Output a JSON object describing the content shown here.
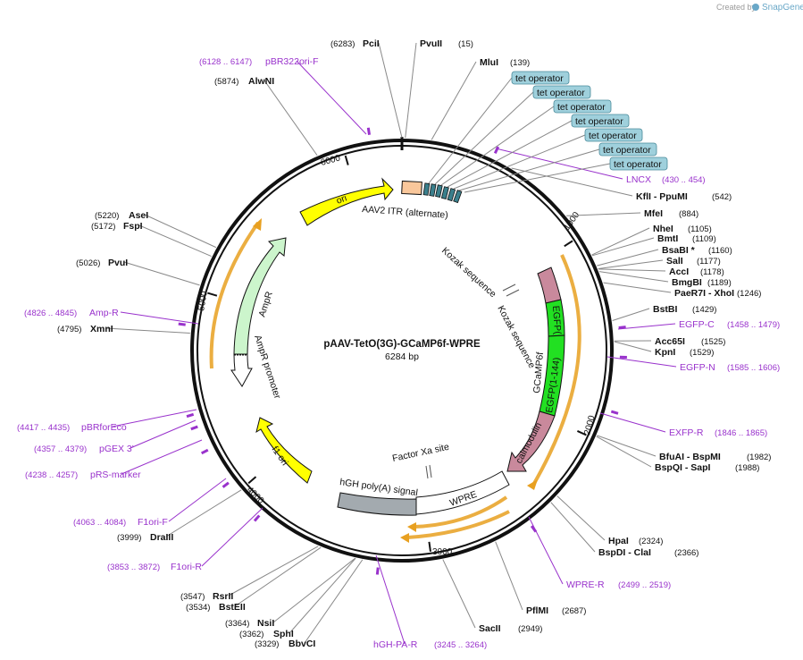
{
  "credit": {
    "prefix": "Created by",
    "brand": "SnapGene"
  },
  "plasmid": {
    "name": "pAAV-TetO(3G)-GCaMP6f-WPRE",
    "size": "6284 bp"
  },
  "ticks": [
    "1000",
    "2000",
    "3000",
    "4000",
    "5000",
    "6000"
  ],
  "sites": [
    {
      "name": "PciI",
      "pos": "(6283)"
    },
    {
      "name": "PvuII",
      "pos": "(15)"
    },
    {
      "name": "MluI",
      "pos": "(139)"
    },
    {
      "name": "KflI  - PpuMI",
      "pos": "(542)"
    },
    {
      "name": "MfeI",
      "pos": "(884)"
    },
    {
      "name": "NheI",
      "pos": "(1105)"
    },
    {
      "name": "BmtI",
      "pos": "(1109)"
    },
    {
      "name": "BsaBI",
      "pos": "(1160)",
      "star": "*"
    },
    {
      "name": "SalI",
      "pos": "(1177)"
    },
    {
      "name": "AccI",
      "pos": "(1178)"
    },
    {
      "name": "BmgBI",
      "pos": "(1189)"
    },
    {
      "name": "PaeR7I  - XhoI",
      "pos": "(1246)"
    },
    {
      "name": "BstBI",
      "pos": "(1429)"
    },
    {
      "name": "Acc65I",
      "pos": "(1525)"
    },
    {
      "name": "KpnI",
      "pos": "(1529)"
    },
    {
      "name": "BfuAI  - BspMI",
      "pos": "(1982)"
    },
    {
      "name": "BspQI  - SapI",
      "pos": "(1988)"
    },
    {
      "name": "HpaI",
      "pos": "(2324)"
    },
    {
      "name": "BspDI  - ClaI",
      "pos": "(2366)"
    },
    {
      "name": "PflMI",
      "pos": "(2687)"
    },
    {
      "name": "SacII",
      "pos": "(2949)"
    },
    {
      "name": "BbvCI",
      "pos": "(3329)"
    },
    {
      "name": "SphI",
      "pos": "(3362)"
    },
    {
      "name": "NsiI",
      "pos": "(3364)"
    },
    {
      "name": "BstEII",
      "pos": "(3534)"
    },
    {
      "name": "RsrII",
      "pos": "(3547)"
    },
    {
      "name": "DraIII",
      "pos": "(3999)"
    },
    {
      "name": "XmnI",
      "pos": "(4795)"
    },
    {
      "name": "PvuI",
      "pos": "(5026)"
    },
    {
      "name": "FspI",
      "pos": "(5172)"
    },
    {
      "name": "AseI",
      "pos": "(5220)"
    },
    {
      "name": "AlwNI",
      "pos": "(5874)"
    }
  ],
  "primers": [
    {
      "name": "pBR322ori-F",
      "range": "(6128 .. 6147)"
    },
    {
      "name": "LNCX",
      "range": "(430 .. 454)"
    },
    {
      "name": "EGFP-C",
      "range": "(1458 .. 1479)"
    },
    {
      "name": "EGFP-N",
      "range": "(1585 .. 1606)"
    },
    {
      "name": "EXFP-R",
      "range": "(1846 .. 1865)"
    },
    {
      "name": "WPRE-R",
      "range": "(2499 .. 2519)"
    },
    {
      "name": "hGH-PA-R",
      "range": "(3245 .. 3264)"
    },
    {
      "name": "F1ori-R",
      "range": "(3853 .. 3872)"
    },
    {
      "name": "F1ori-F",
      "range": "(4063 .. 4084)"
    },
    {
      "name": "pRS-marker",
      "range": "(4238 .. 4257)"
    },
    {
      "name": "pGEX 3'",
      "range": "(4357 .. 4379)"
    },
    {
      "name": "pBRforEco",
      "range": "(4417 .. 4435)"
    },
    {
      "name": "Amp-R",
      "range": "(4826 .. 4845)"
    }
  ],
  "tet_operators": [
    "tet operator",
    "tet operator",
    "tet operator",
    "tet operator",
    "tet operator",
    "tet operator",
    "tet operator"
  ],
  "features": {
    "ori": "ori",
    "aav2_itr": "AAV2 ITR (alternate)",
    "kozak_1": "Kozak sequence",
    "kozak_2": "Kozak sequence",
    "gcamp6f": "GCaMP6f",
    "egfp_c": "EGFP(...",
    "egfp_n": "EGFP(1-144)",
    "calmodulin": "calmodulin",
    "factor_xa": "Factor Xa site",
    "hgh_polya": "hGH poly(A) signal",
    "wpre": "WPRE",
    "f1_ori": "f1 ori",
    "ampr": "AmpR",
    "ampr_promoter": "AmpR promoter"
  },
  "colors": {
    "backbone": "#111111",
    "ori": "#ffff00",
    "itr": "#f9c79b",
    "tet": "#3a7f8c",
    "tet_label_bg": "#9fd0dc",
    "egfp": "#22e022",
    "calmodulin": "#c9899c",
    "wpre": "#ffffff",
    "hgh": "#a3aaaf",
    "ampr": "#ccf5cc",
    "orf": "#e8a020",
    "primer": "#9932cc"
  }
}
